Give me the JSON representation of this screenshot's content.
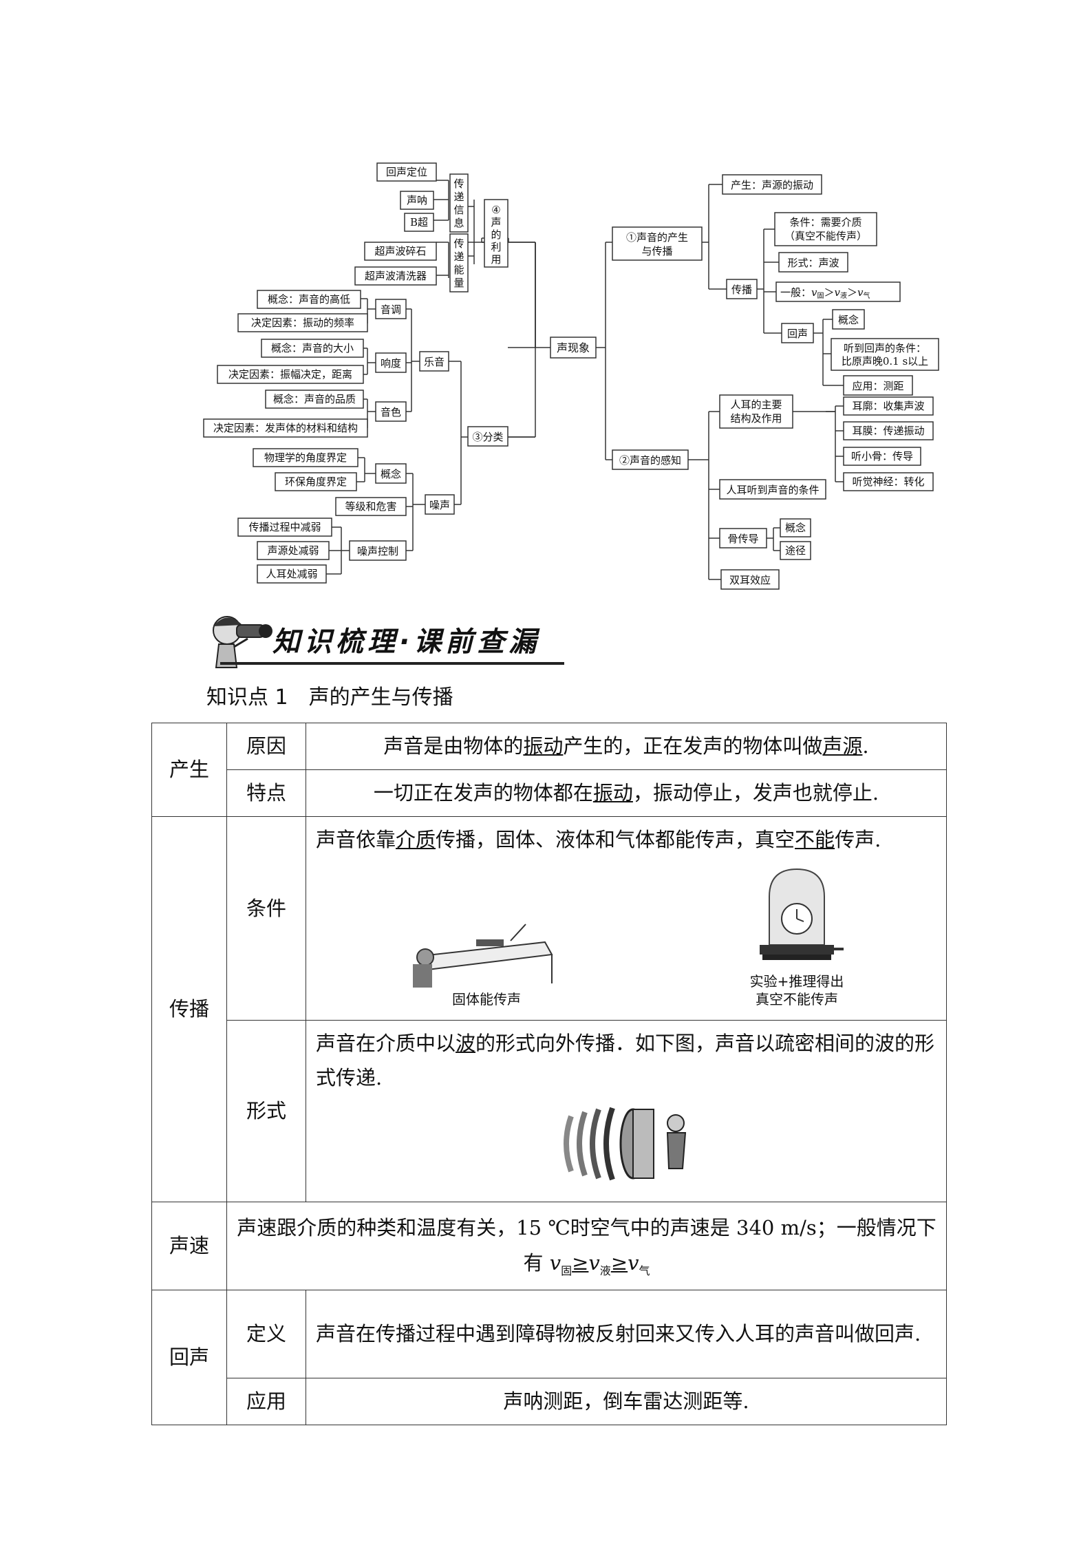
{
  "mindmap": {
    "root": "声现象",
    "use": {
      "label": "④声的利用",
      "info": {
        "label": "传递信息",
        "items": [
          "回声定位",
          "声呐",
          "B超"
        ]
      },
      "energy": {
        "label": "传递能量",
        "items": [
          "超声波碎石",
          "超声波清洗器"
        ]
      }
    },
    "classify": {
      "label": "③分类",
      "music": {
        "label": "乐音",
        "pitch": {
          "label": "音调",
          "items": [
            "概念：声音的高低",
            "决定因素：振动的频率"
          ]
        },
        "loud": {
          "label": "响度",
          "items": [
            "概念：声音的大小",
            "决定因素：振幅决定，距离"
          ]
        },
        "timbre": {
          "label": "音色",
          "items": [
            "概念：声音的品质",
            "决定因素：发声体的材料和结构"
          ]
        }
      },
      "noise": {
        "label": "噪声",
        "concept": {
          "label": "概念",
          "items": [
            "物理学的角度界定",
            "环保角度界定"
          ]
        },
        "level": "等级和危害",
        "control": {
          "label": "噪声控制",
          "items": [
            "传播过程中减弱",
            "声源处减弱",
            "人耳处减弱"
          ]
        }
      }
    },
    "produce": {
      "label1": "①声音的产生",
      "label2": "与传播",
      "cause": "产生：声源的振动",
      "spread": {
        "label": "传播",
        "cond1": "条件：需要介质",
        "cond2": "（真空不能传声）",
        "form": "形式：声波",
        "general_prefix": "一般：",
        "v": "v",
        "s_gu": "固",
        "s_ye": "液",
        "s_qi": "气",
        "gt": "＞",
        "echo": {
          "label": "回声",
          "concept": "概念",
          "cond1": "听到回声的条件：",
          "cond2": "比原声晚0.1 s以上",
          "use": "应用：测距"
        }
      }
    },
    "perceive": {
      "label": "②声音的感知",
      "ear1": "人耳的主要",
      "ear2": "结构及作用",
      "ear_items": [
        "耳廓：收集声波",
        "耳膜：传递振动",
        "听小骨：传导",
        "听觉神经：转化"
      ],
      "hear_cond": "人耳听到声音的条件",
      "bone": {
        "label": "骨传导",
        "items": [
          "概念",
          "途径"
        ]
      },
      "binaural": "双耳效应"
    }
  },
  "banner_title": "知识梳理·课前查漏",
  "section": {
    "num": "知识点 1",
    "title": "声的产生与传播"
  },
  "table": {
    "produce": {
      "label": "产生",
      "cause_label": "原因",
      "cause_a": "声音是由物体的",
      "cause_u1": "振动",
      "cause_b": "产生的，正在发声的物体叫做",
      "cause_u2": "声源",
      "cause_c": ".",
      "feature_label": "特点",
      "feature_a": "一切正在发声的物体都在",
      "feature_u": "振动",
      "feature_b": "，振动停止，发声也就停止."
    },
    "spread": {
      "label": "传播",
      "cond_label": "条件",
      "cond_a": "声音依靠",
      "cond_u1": "介质",
      "cond_b": "传播，固体、液体和气体都能传声，真空",
      "cond_u2": "不能",
      "cond_c": "传声.",
      "fig1_caption": "固体能传声",
      "fig2_caption1": "实验+推理得出",
      "fig2_caption2": "真空不能传声",
      "form_label": "形式",
      "form_a": "声音在介质中以",
      "form_u": "波",
      "form_b": "的形式向外传播．如下图，声音以疏密相间的波的形式传递."
    },
    "speed": {
      "label": "声速",
      "text1": "声速跟介质的种类和温度有关，15 ℃时空气中的声速是 340 m/s；一般情况下有",
      "v": "v",
      "s1": "固",
      "s2": "液",
      "s3": "气",
      "ge": "≥"
    },
    "echo": {
      "label": "回声",
      "def_label": "定义",
      "def_text": "声音在传播过程中遇到障碍物被反射回来又传入人耳的声音叫做回声.",
      "use_label": "应用",
      "use_text": "声呐测距，倒车雷达测距等."
    }
  }
}
